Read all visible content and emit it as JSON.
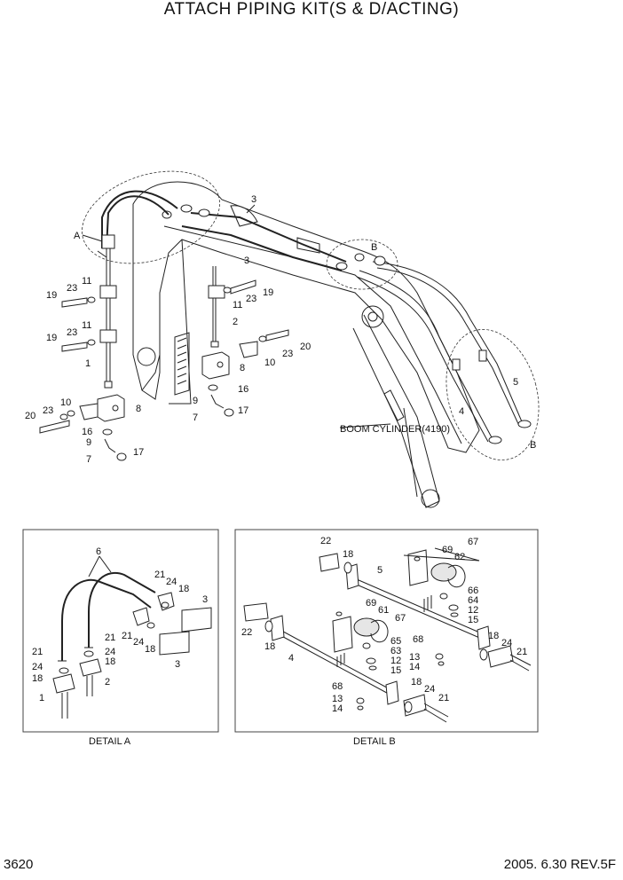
{
  "title": "ATTACH PIPING KIT(S & D/ACTING)",
  "page_number": "3620",
  "revision": "2005. 6.30  REV.5F",
  "boom_cylinder_label": "BOOM CYLINDER(4190)",
  "detail_a_caption": "DETAIL A",
  "detail_b_caption": "DETAIL B",
  "main_callouts": {
    "a": "A",
    "b": "B",
    "c1": "1",
    "c2": "2",
    "c3a": "3",
    "c3b": "3",
    "c4": "4",
    "c5": "5",
    "c7a": "7",
    "c7b": "7",
    "c8a": "8",
    "c8b": "8",
    "c9a": "9",
    "c9b": "9",
    "c10a": "10",
    "c10b": "10",
    "c11a": "11",
    "c11b": "11",
    "c11c": "11",
    "c16a": "16",
    "c16b": "16",
    "c17a": "17",
    "c17b": "17",
    "c19a": "19",
    "c19b": "19",
    "c19c": "19",
    "c20a": "20",
    "c20b": "20",
    "c23a": "23",
    "c23b": "23",
    "c23c": "23",
    "c23d": "23",
    "c23e": "23"
  },
  "detail_a_callouts": {
    "c6": "6",
    "c21a": "21",
    "c24a": "24",
    "c18a": "18",
    "c3a": "3",
    "c21b": "21",
    "c24b": "24",
    "c18b": "18",
    "c3b": "3",
    "c21c": "21",
    "c24c": "24",
    "c18c": "18",
    "c1": "1",
    "c21d": "21",
    "c24d": "24",
    "c18d": "18",
    "c2": "2"
  },
  "detail_b_callouts": {
    "c22a": "22",
    "c18a": "18",
    "c5": "5",
    "c67a": "67",
    "c69a": "69",
    "c62": "62",
    "c66": "66",
    "c64": "64",
    "c12a": "12",
    "c15a": "15",
    "c68a": "68",
    "c22b": "22",
    "c18b": "18",
    "c4": "4",
    "c69b": "69",
    "c61": "61",
    "c67b": "67",
    "c65": "65",
    "c63": "63",
    "c12b": "12",
    "c15b": "15",
    "c13a": "13",
    "c14a": "14",
    "c68b": "68",
    "c13b": "13",
    "c14b": "14",
    "c18c": "18",
    "c24a": "24",
    "c21a": "21",
    "c18d": "18",
    "c24b": "24",
    "c21b": "21"
  }
}
